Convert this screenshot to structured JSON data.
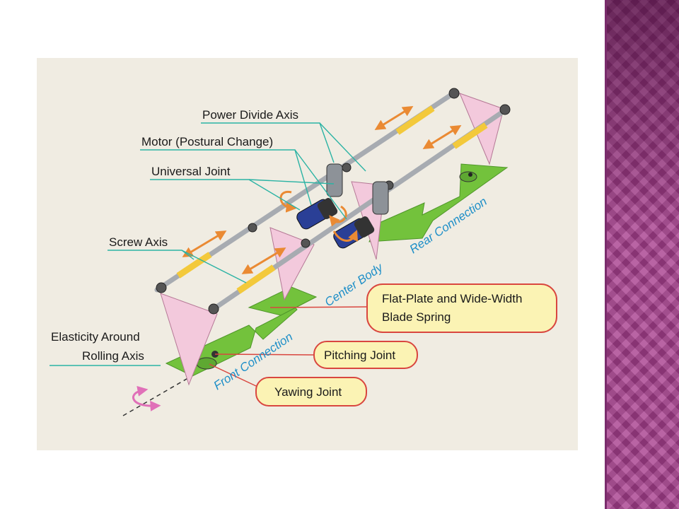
{
  "colors": {
    "figure_bg": "#f0ece2",
    "plate_green": "#73c23c",
    "strut_pink": "#f3c9dc",
    "spring_yellow": "#f3c93b",
    "rod_gray": "#a7abb1",
    "arrow_orange": "#ea8a33",
    "leader_teal": "#2bb3a4",
    "label_text": "#1e8fc8",
    "callout_fill": "#fbf3b4",
    "callout_border": "#d9463f",
    "side_band": "#a8408f"
  },
  "labels": {
    "power_divide_axis": "Power Divide Axis",
    "motor": "Motor (Postural Change)",
    "universal_joint": "Universal Joint",
    "screw_axis": "Screw Axis",
    "elasticity_line1": "Elasticity Around",
    "elasticity_line2": "Rolling Axis"
  },
  "callouts": {
    "spring_line1": "Flat-Plate and Wide-Width",
    "spring_line2": "Blade Spring",
    "pitching": "Pitching Joint",
    "yawing": "Yawing Joint"
  },
  "sections": {
    "front": "Front Connection",
    "center": "Center Body",
    "rear": "Rear Connection"
  },
  "icons": [
    "double-arrow-icon",
    "rotation-arrow-icon",
    "motor-icon",
    "joint-icon"
  ]
}
